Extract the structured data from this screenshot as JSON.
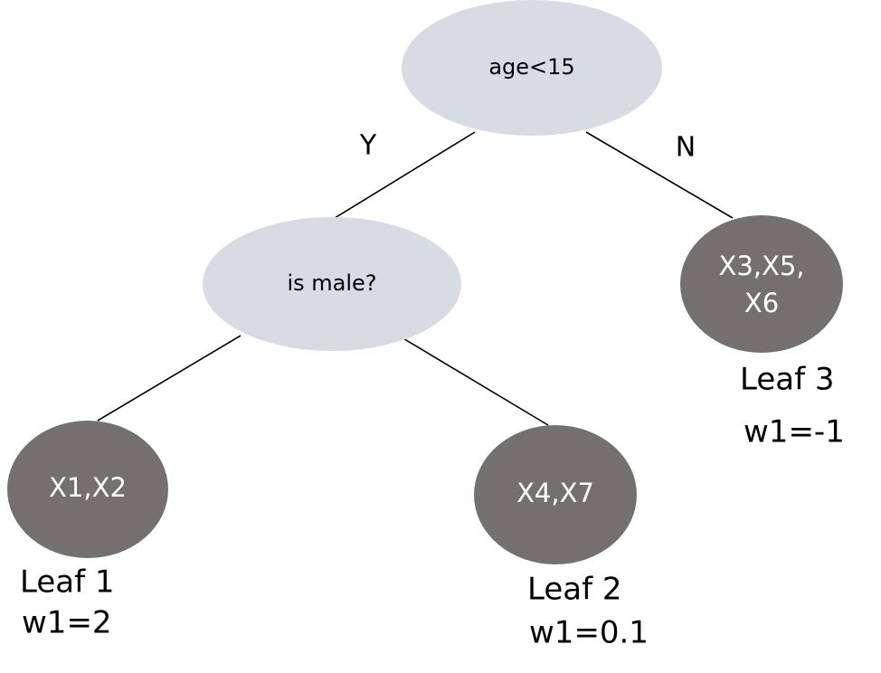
{
  "diagram": {
    "colors": {
      "decision_fill": "#d7dbe4",
      "leaf_fill": "#747070",
      "edge": "#000000"
    },
    "root": {
      "label": "age<15"
    },
    "branches": {
      "yes_label": "Y",
      "no_label": "N"
    },
    "decision_male": {
      "label": "is male?"
    },
    "leaf1": {
      "members": "X1,X2",
      "name": "Leaf 1",
      "weight": "w1=2"
    },
    "leaf2": {
      "members": "X4,X7",
      "name": "Leaf 2",
      "weight": "w1=0.1"
    },
    "leaf3": {
      "members_line1": "X3,X5,",
      "members_line2": "X6",
      "name": "Leaf 3",
      "weight": "w1=-1"
    }
  }
}
